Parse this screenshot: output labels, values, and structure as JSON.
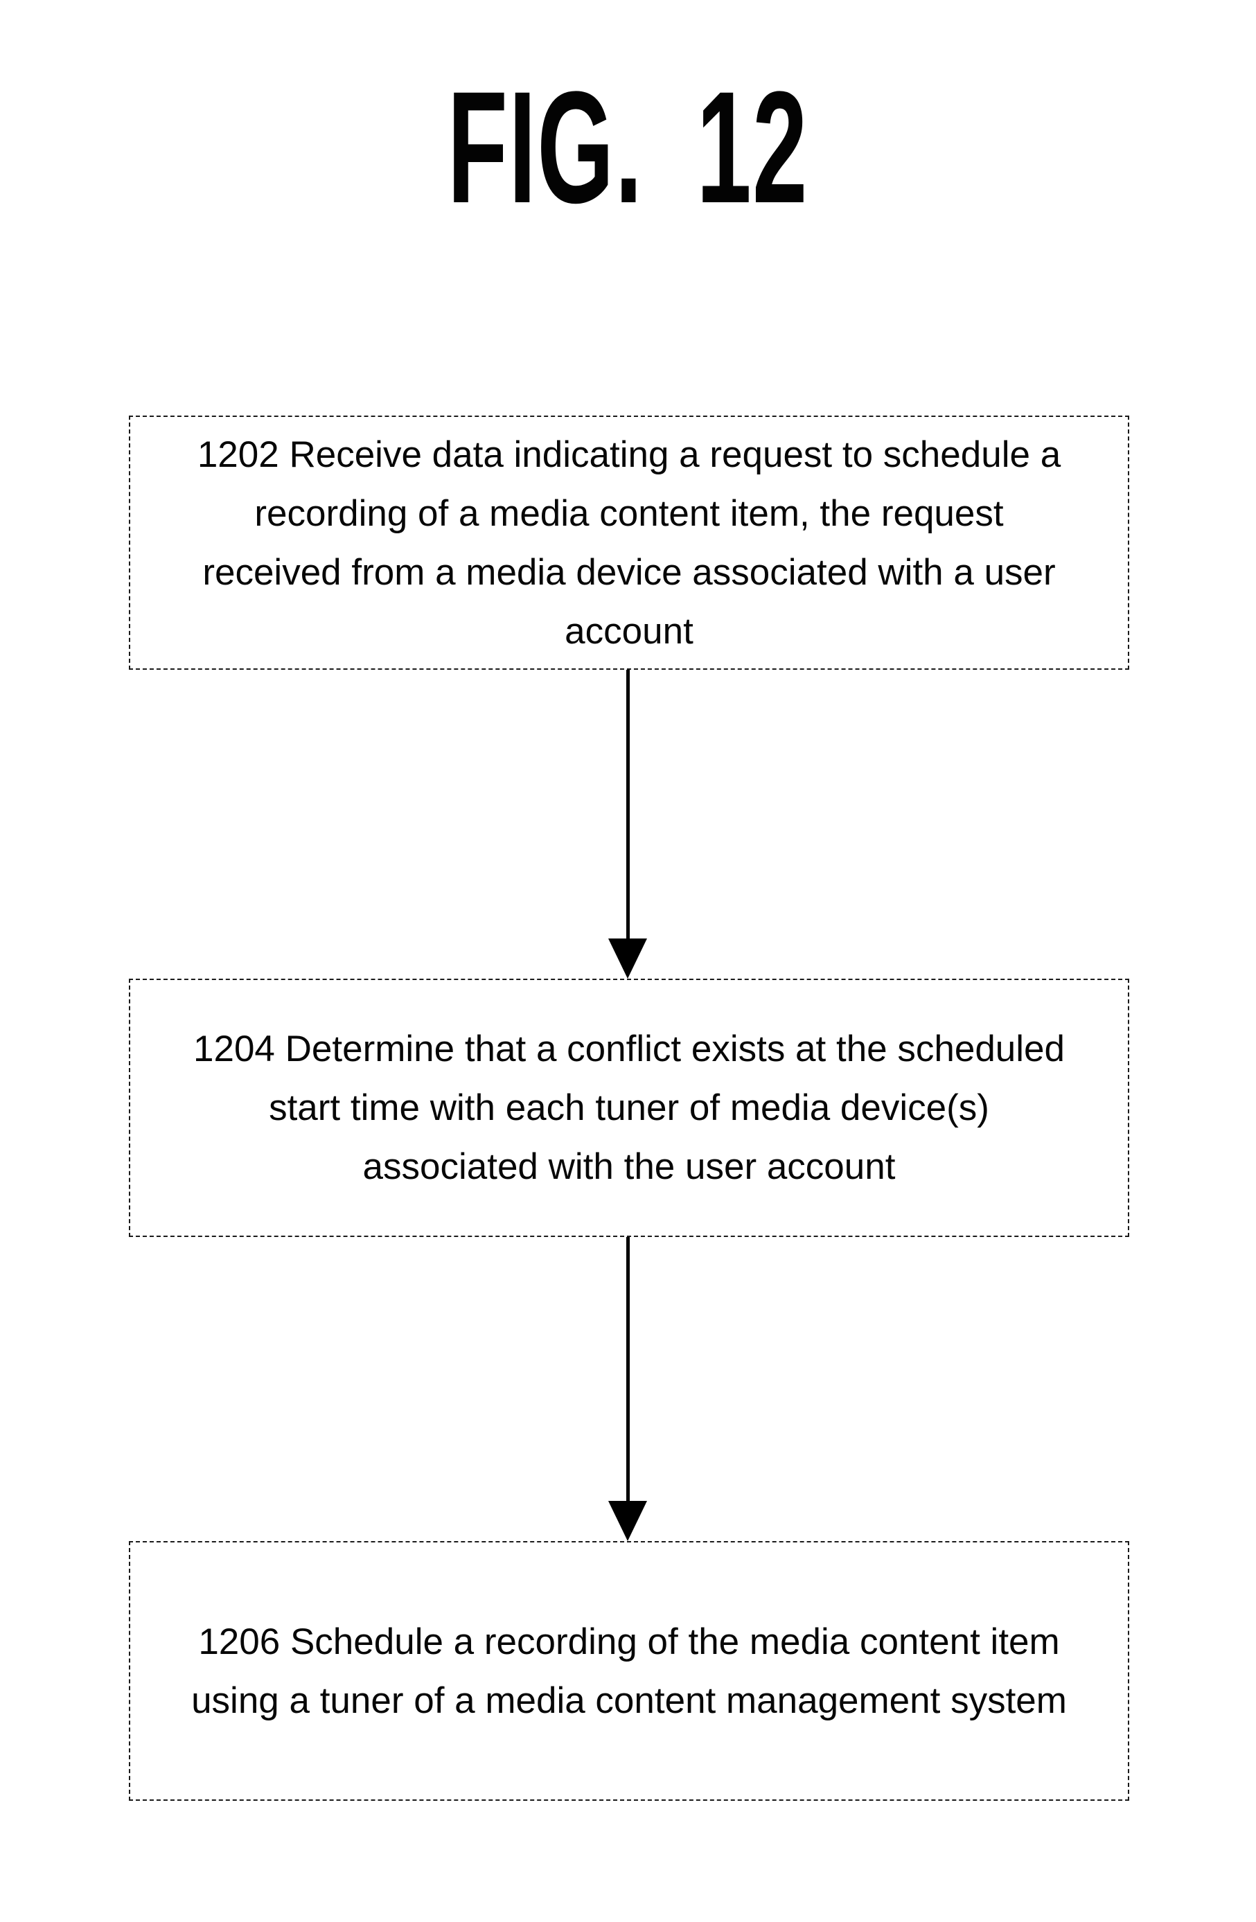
{
  "figure": {
    "title": "FIG. 12"
  },
  "flowchart": {
    "steps": [
      {
        "id": "1202",
        "text": "1202 Receive data indicating a request to schedule a recording of a media content item, the request received from a media device associated with a user account",
        "lines": [
          "1202 Receive data indicating a request to schedule a",
          "recording of a media content item, the request",
          "received from a media device associated with a user",
          "account"
        ]
      },
      {
        "id": "1204",
        "text": "1204 Determine that a conflict exists at the scheduled start time with each tuner of media device(s) associated with the user account",
        "lines": [
          "1204 Determine that a conflict exists at the scheduled",
          "start time with each tuner of media device(s)",
          "associated with the user account"
        ]
      },
      {
        "id": "1206",
        "text": "1206 Schedule a recording of the media content item using a tuner of a media content management system",
        "lines": [
          "1206 Schedule a recording of the media content item",
          "using a tuner of a media content management system"
        ]
      }
    ],
    "connectors": [
      {
        "from": "1202",
        "to": "1204",
        "direction": "down"
      },
      {
        "from": "1204",
        "to": "1206",
        "direction": "down"
      }
    ]
  },
  "colors": {
    "background": "#ffffff",
    "ink": "#000000",
    "border": "#1a1a1a"
  }
}
